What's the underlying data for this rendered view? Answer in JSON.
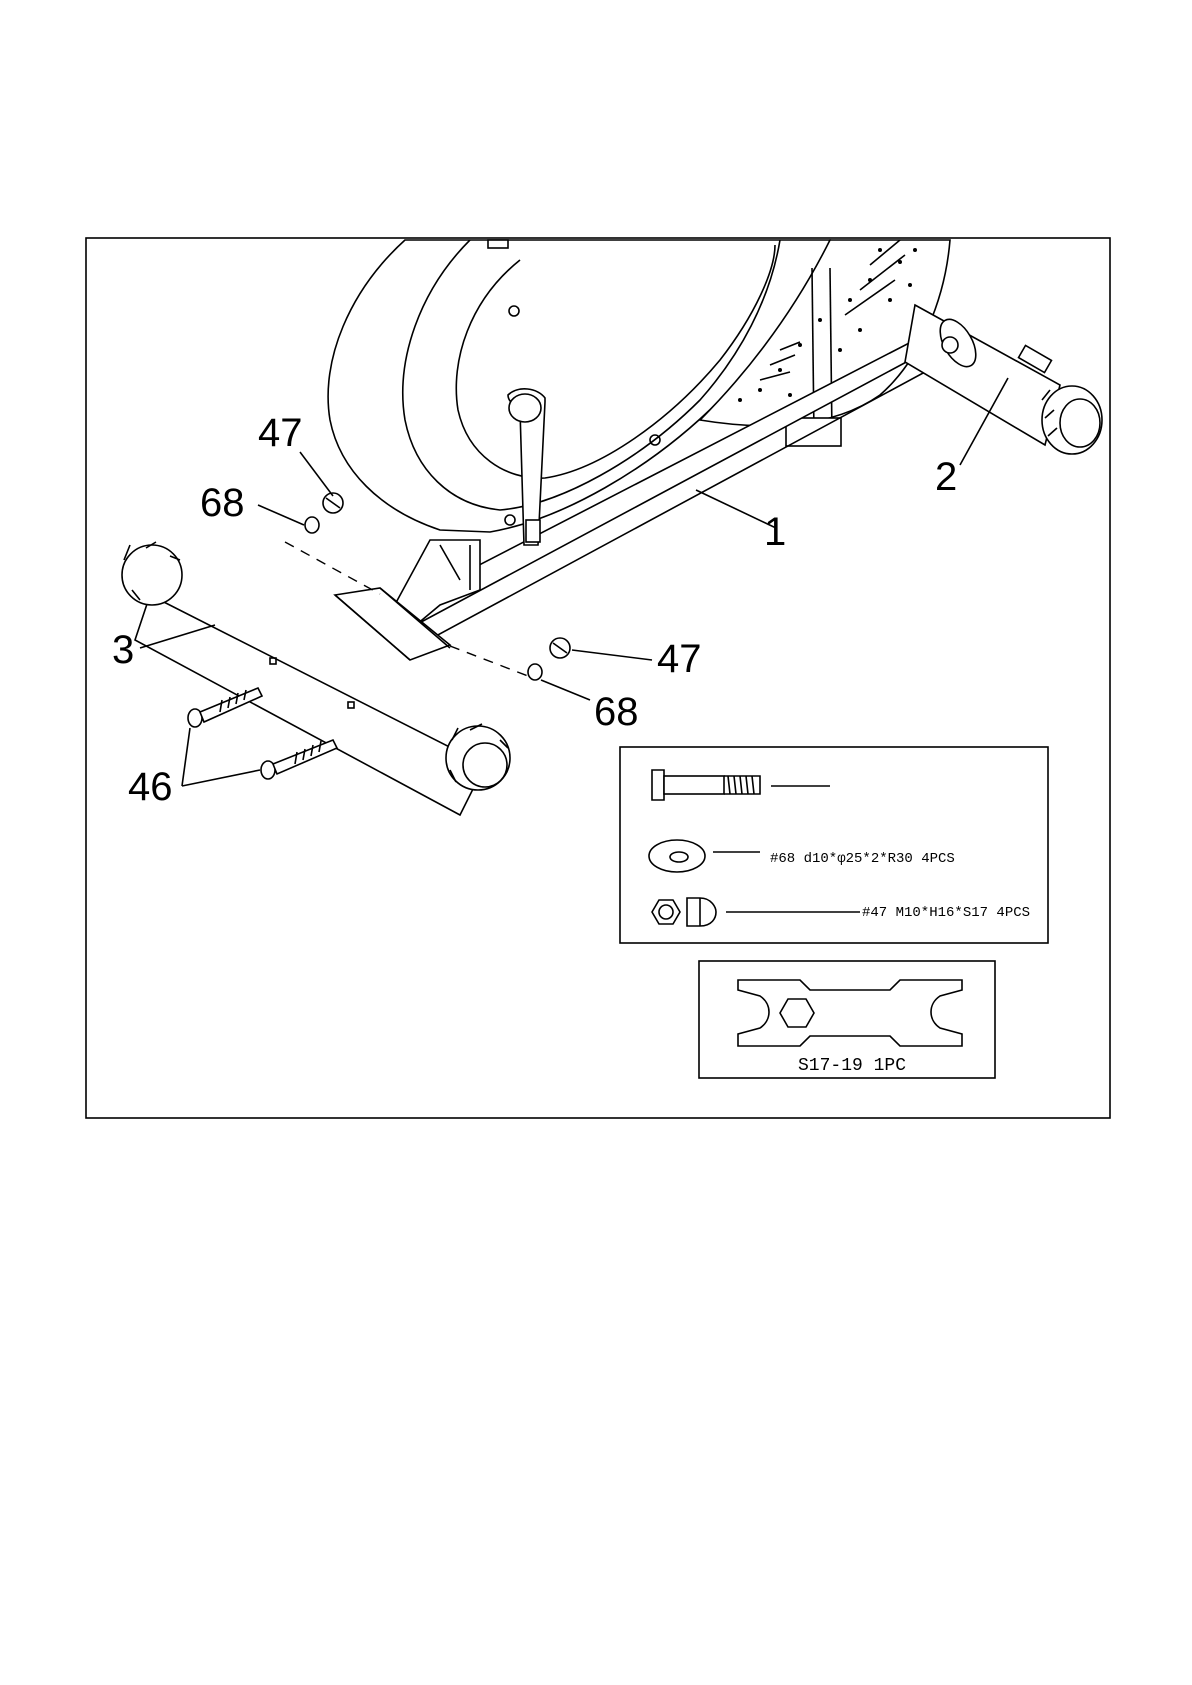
{
  "callouts": {
    "frame": "1",
    "rear_stabilizer": "2",
    "front_stabilizer": "3",
    "carriage_bolt": "46",
    "cap_nut_left": "47",
    "cap_nut_right": "47",
    "washer_left": "68",
    "washer_right": "68"
  },
  "hardware": {
    "washer_spec": "#68 d10*φ25*2*R30 4PCS",
    "nut_spec": "#47 M10*H16*S17 4PCS",
    "wrench_spec": "S17-19 1PC"
  }
}
